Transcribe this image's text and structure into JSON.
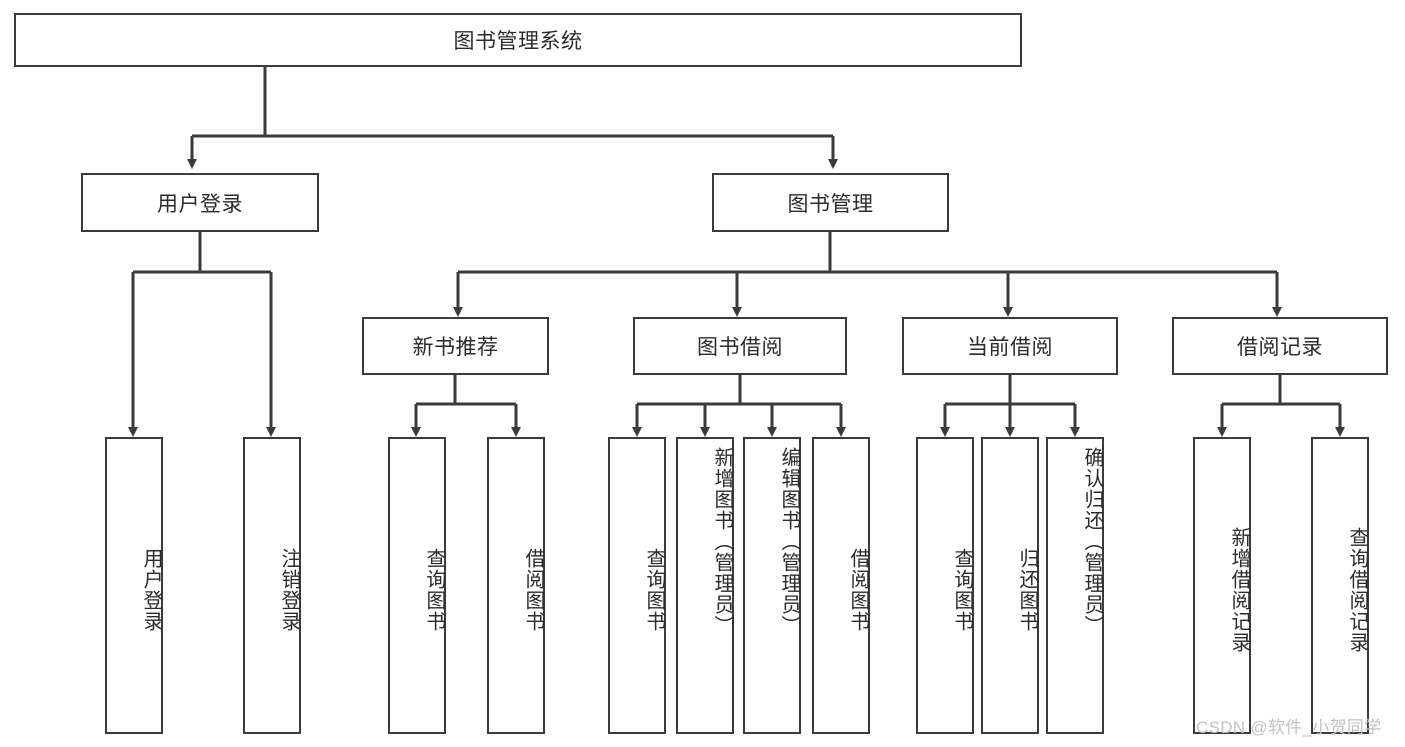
{
  "diagram": {
    "title": "图书管理系统",
    "type": "hierarchy-tree",
    "colors": {
      "stroke": "#3b3b3b",
      "box_fill": "#ffffff",
      "text": "#2b2b2b",
      "background": "#fefefe",
      "watermark": "#c2c2c2"
    },
    "root": {
      "label": "图书管理系统"
    },
    "level2": [
      {
        "label": "用户登录"
      },
      {
        "label": "图书管理"
      }
    ],
    "level3": [
      {
        "label": "新书推荐"
      },
      {
        "label": "图书借阅"
      },
      {
        "label": "当前借阅"
      },
      {
        "label": "借阅记录"
      }
    ],
    "leaves": {
      "user_login": [
        {
          "label": "用户登录"
        },
        {
          "label": "注销登录"
        }
      ],
      "new_book_recommend": [
        {
          "label": "查询图书"
        },
        {
          "label": "借阅图书"
        }
      ],
      "book_borrow": [
        {
          "label": "查询图书"
        },
        {
          "label": "新增图书（管理员）"
        },
        {
          "label": "编辑图书（管理员）"
        },
        {
          "label": "借阅图书"
        }
      ],
      "current_borrow": [
        {
          "label": "查询图书"
        },
        {
          "label": "归还图书"
        },
        {
          "label": "确认归还（管理员）"
        }
      ],
      "borrow_record": [
        {
          "label": "新增借阅记录"
        },
        {
          "label": "查询借阅记录"
        }
      ]
    }
  },
  "watermark": {
    "text": "CSDN @软件_小贺同学"
  }
}
